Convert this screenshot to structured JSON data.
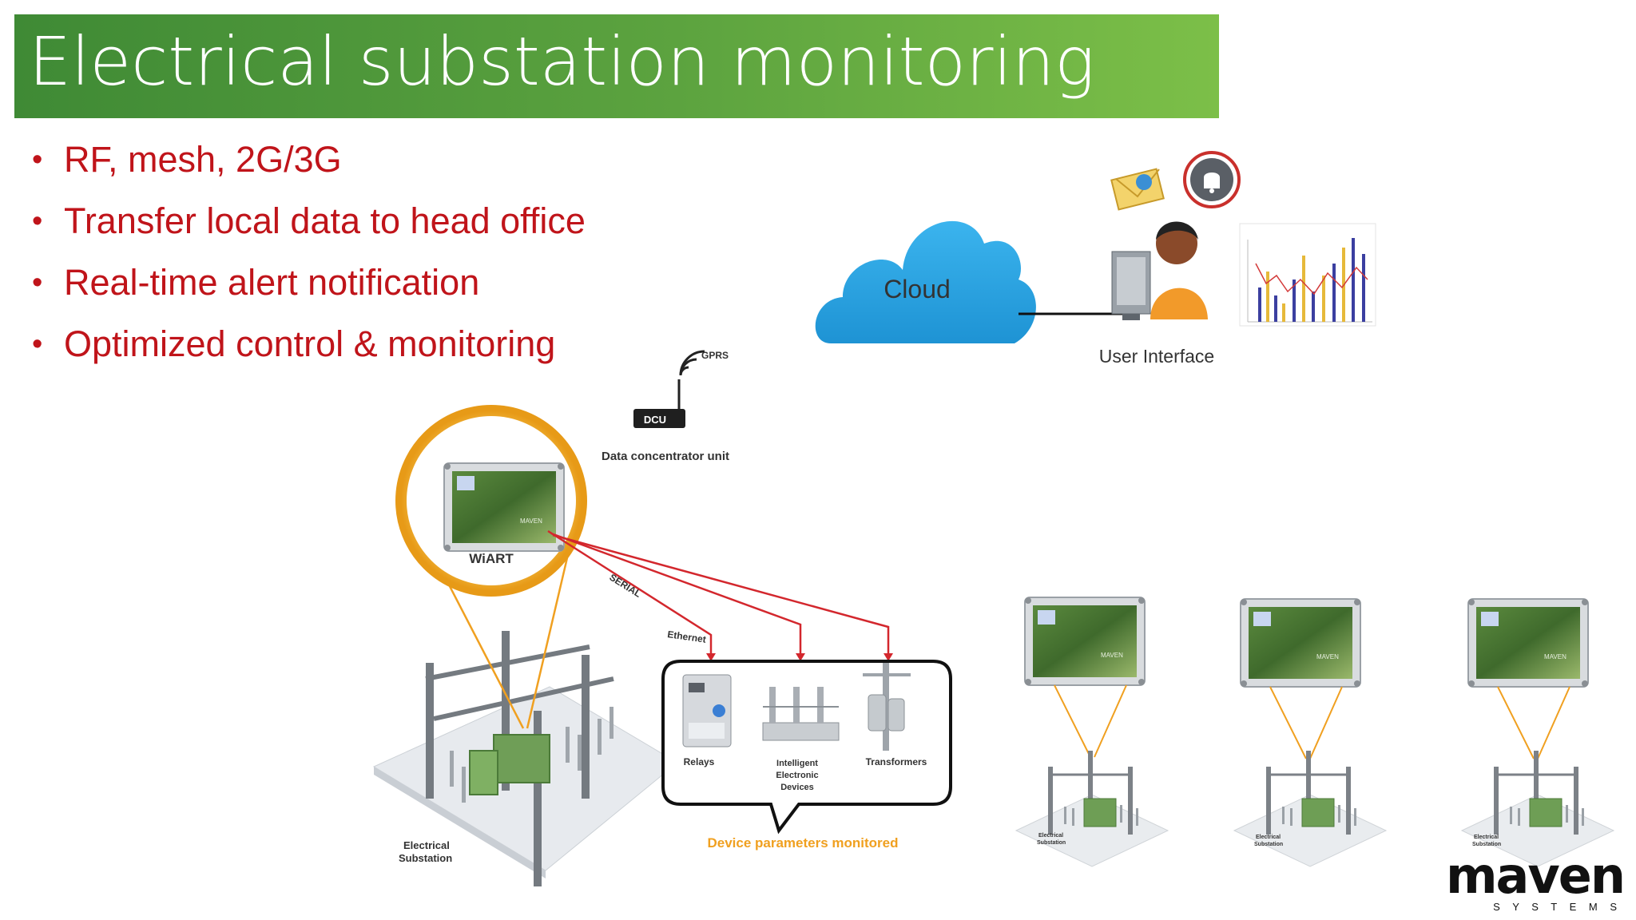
{
  "title": "Electrical substation monitoring",
  "bullets": [
    "RF, mesh, 2G/3G",
    "Transfer local data to head office",
    "Real-time alert notification",
    "Optimized control & monitoring"
  ],
  "diagram": {
    "cloud_label": "Cloud",
    "user_interface_label": "User Interface",
    "gprs_label": "GPRS",
    "dcu_badge": "DCU",
    "dcu_label": "Data concentrator unit",
    "wiart_label": "WiART",
    "serial_label": "SERIAL",
    "ethernet_label": "Ethernet",
    "relays_label": "Relays",
    "ied_label_line1": "Intelligent",
    "ied_label_line2": "Electronic",
    "ied_label_line3": "Devices",
    "transformers_label": "Transformers",
    "device_params_label": "Device parameters monitored",
    "substation_label_line1": "Electrical",
    "substation_label_line2": "Substation",
    "small_sub_line1": "Electrical",
    "small_sub_line2": "Substation"
  },
  "logo": {
    "name": "maven",
    "tagline": "S Y S T E M S"
  },
  "colors": {
    "title_green": "#5ca33f",
    "bullet_red": "#c0141a",
    "cloud_blue": "#2aa9e8",
    "highlight_orange": "#f0a020",
    "link_red": "#d3272d"
  }
}
